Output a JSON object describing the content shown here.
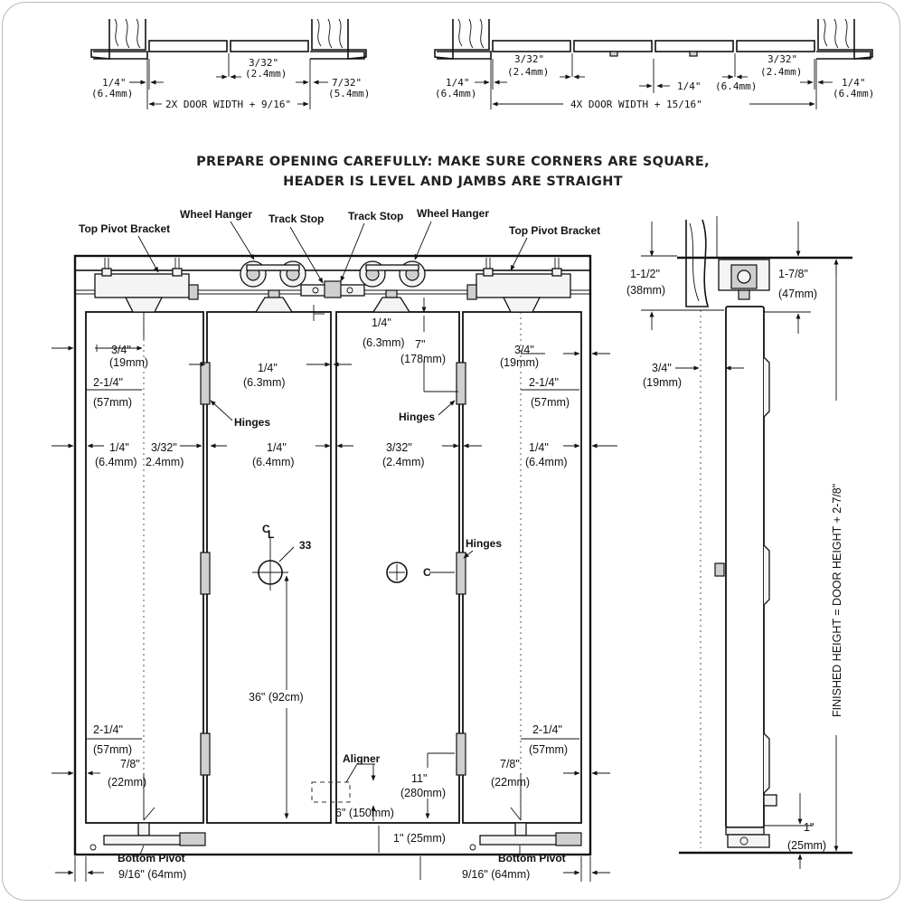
{
  "heading": {
    "line1": "PREPARE OPENING CAREFULLY: MAKE SURE CORNERS ARE SQUARE,",
    "line2": "HEADER IS LEVEL AND JAMBS ARE STRAIGHT"
  },
  "top_left_plan": {
    "gap_label": "3/32\"",
    "gap_metric": "(2.4mm)",
    "left_label": "1/4\"",
    "left_metric": "(6.4mm)",
    "right_label": "7/32\"",
    "right_metric": "(5.4mm)",
    "width_formula": "2X DOOR WIDTH + 9/16\""
  },
  "top_right_plan": {
    "gap_left_label": "3/32\"",
    "gap_left_metric": "(2.4mm)",
    "gap_right_label": "3/32\"",
    "gap_right_metric": "(2.4mm)",
    "left_label": "1/4\"",
    "left_metric": "(6.4mm)",
    "center_label": "1/4\"",
    "center_metric": "(6.4mm)",
    "right_label": "1/4\"",
    "right_metric": "(6.4mm)",
    "width_formula": "4X DOOR WIDTH + 15/16\""
  },
  "callouts": {
    "top_pivot_left": "Top Pivot Bracket",
    "wheel_hanger_left": "Wheel Hanger",
    "track_stop_left": "Track Stop",
    "track_stop_right": "Track Stop",
    "wheel_hanger_right": "Wheel Hanger",
    "top_pivot_right": "Top Pivot Bracket",
    "hinges_left": "Hinges",
    "hinges_center": "Hinges",
    "hinges_right": "Hinges",
    "aligner": "Aligner",
    "bottom_pivot_left": "Bottom Pivot",
    "bottom_pivot_right": "Bottom Pivot",
    "knob_size": "33"
  },
  "elevation_dims": {
    "d_3_4_left": "3/4\"",
    "d_3_4_left_mm": "(19mm)",
    "d_2_1_4_top_left": "2-1/4\"",
    "d_2_1_4_top_left_mm": "(57mm)",
    "d_1_4_row_left": "1/4\"",
    "d_1_4_row_left_mm": "(6.4mm)",
    "d_3_32_row_left": "3/32\"",
    "d_3_32_row_left_mm": "2.4mm)",
    "d_1_4_row_center": "1/4\"",
    "d_1_4_row_center_mm": "(6.4mm)",
    "d_3_32_row_center": "3/32\"",
    "d_3_32_row_center_mm": "(2.4mm)",
    "d_1_4_row_right": "1/4\"",
    "d_1_4_row_right_mm": "(6.4mm)",
    "d_1_4_mid_top": "1/4\"",
    "d_1_4_mid_top_mm": "(6.3mm)",
    "d_1_4_top_gap": "1/4\"",
    "d_1_4_top_gap_mm": "(6.3mm)",
    "d_7": "7\"",
    "d_7_mm": "(178mm)",
    "d_3_4_right": "3/4\"",
    "d_3_4_right_mm": "(19mm)",
    "d_2_1_4_top_right": "2-1/4\"",
    "d_2_1_4_top_right_mm": "(57mm)",
    "d_36": "36\" (92cm)",
    "d_2_1_4_bot_left": "2-1/4\"",
    "d_2_1_4_bot_left_mm": "(57mm)",
    "d_7_8_left": "7/8\"",
    "d_7_8_left_mm": "(22mm)",
    "d_2_1_4_bot_right": "2-1/4\"",
    "d_2_1_4_bot_right_mm": "(57mm)",
    "d_7_8_right": "7/8\"",
    "d_7_8_right_mm": "(22mm)",
    "d_11": "11\"",
    "d_11_mm": "(280mm)",
    "d_6": "6\" (150mm)",
    "d_1_bottom": "1\" (25mm)",
    "d_9_16_left": "9/16\" (64mm)",
    "d_9_16_right": "9/16\" (64mm)"
  },
  "side_dims": {
    "d_1_1_2": "1-1/2\"",
    "d_1_1_2_mm": "(38mm)",
    "d_1_7_8": "1-7/8\"",
    "d_1_7_8_mm": "(47mm)",
    "d_3_4": "3/4\"",
    "d_3_4_mm": "(19mm)",
    "d_1": "1\"",
    "d_1_mm": "(25mm)",
    "finished_height": "FINISHED HEIGHT = DOOR HEIGHT + 2-7/8\""
  }
}
